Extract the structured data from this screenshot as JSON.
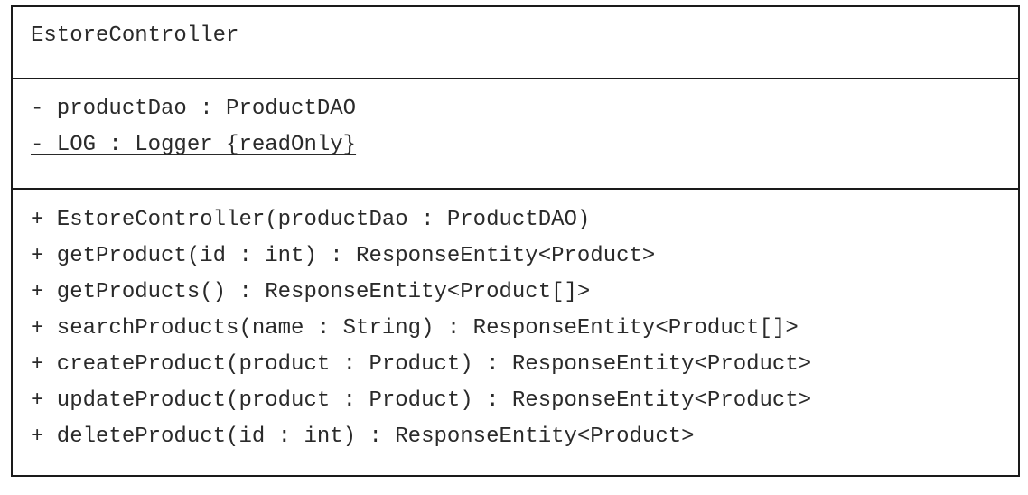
{
  "class_box": {
    "name": "EstoreController",
    "attributes": [
      {
        "text": "- productDao : ProductDAO",
        "static": false
      },
      {
        "text": "- LOG : Logger {readOnly}",
        "static": true
      }
    ],
    "operations": [
      "+ EstoreController(productDao : ProductDAO)",
      "+ getProduct(id : int) : ResponseEntity<Product>",
      "+ getProducts() : ResponseEntity<Product[]>",
      "+ searchProducts(name : String) : ResponseEntity<Product[]>",
      "+ createProduct(product : Product) : ResponseEntity<Product>",
      "+ updateProduct(product : Product) : ResponseEntity<Product>",
      "+ deleteProduct(id : int) : ResponseEntity<Product>"
    ]
  }
}
